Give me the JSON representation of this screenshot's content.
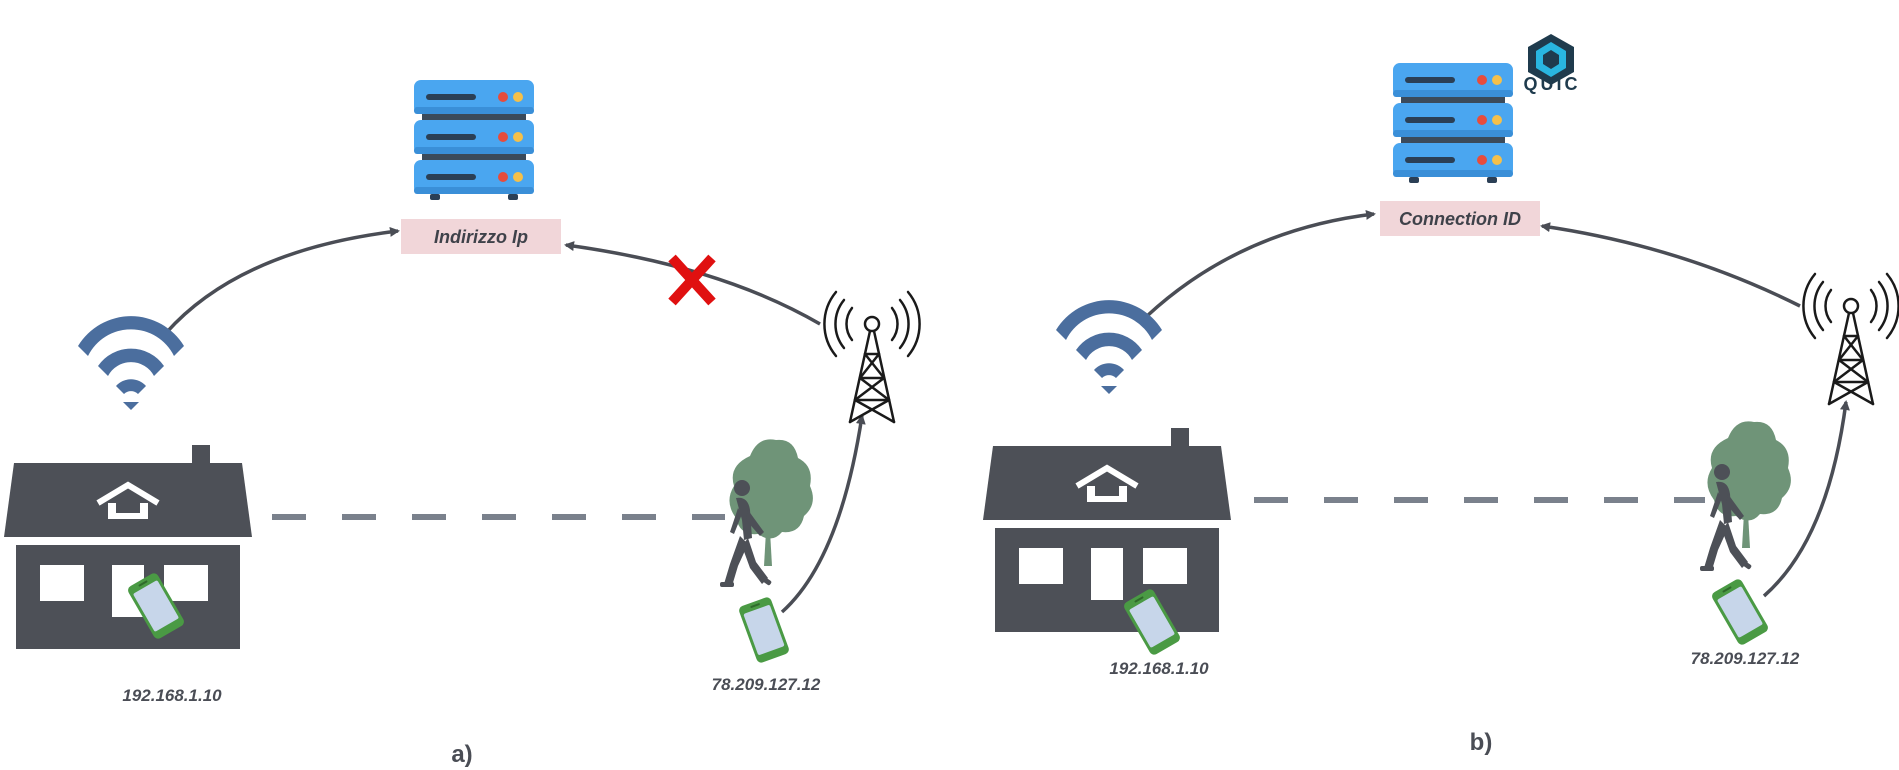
{
  "panel_a": {
    "label": "a)",
    "server_tag": "Indirizzo Ip",
    "home_ip": "192.168.1.10",
    "mobile_ip": "78.209.127.12"
  },
  "panel_b": {
    "label": "b)",
    "server_tag": "Connection ID",
    "home_ip": "192.168.1.10",
    "mobile_ip": "78.209.127.12",
    "logo_text": "QUIC"
  },
  "icons": [
    "server-icon",
    "wifi-icon",
    "house-icon",
    "cell-tower-icon",
    "tree-icon",
    "walking-person-icon",
    "smartphone-icon",
    "blocked-x-icon",
    "quic-logo-icon"
  ],
  "colors": {
    "server_blue": "#4aa6f0",
    "tag_pink": "#f1d6d9",
    "house_gray": "#4d5057",
    "dash_gray": "#7a818c",
    "wifi_blue": "#4b6e9e",
    "tree_green": "#6f9478",
    "phone_green": "#4a9a44",
    "cross_red": "#e01010"
  }
}
